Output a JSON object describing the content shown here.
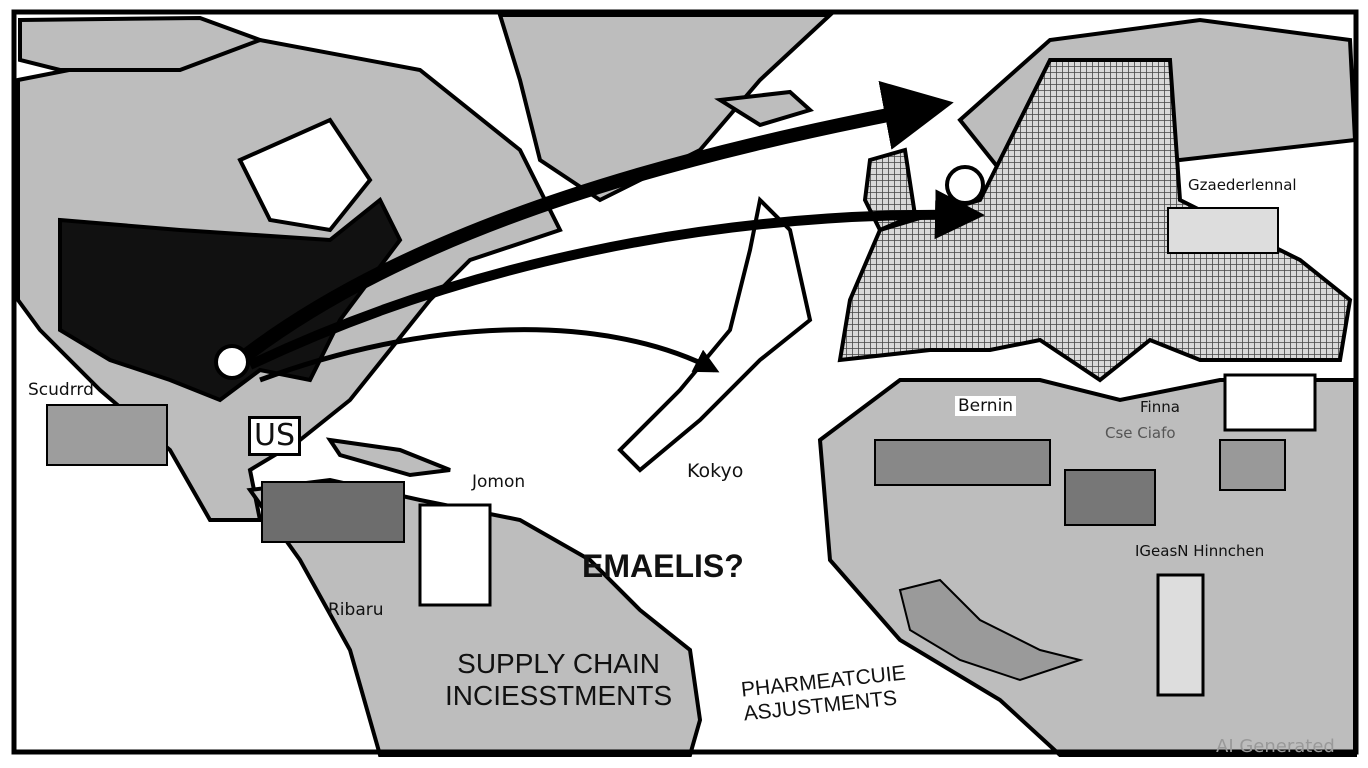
{
  "labels": {
    "us_badge": "US",
    "west_mexico": "Scudrrd",
    "caribbean": "Jomon",
    "japan": "Kokyo",
    "south_america": "Ribaru",
    "atlantic": "EMAELIS?",
    "supply_chain": [
      "SUPPLY CHAIN",
      "INCIESSTMENTS"
    ],
    "pharma": [
      "PHARMEATCUIE",
      "ASJUSTMENTS"
    ],
    "germany": "Gzaederlennal",
    "north_africa": "Bernin",
    "east_africa_top": "Finna",
    "east_africa_sub": "Cse Ciafo",
    "east_africa_bottom": "IGeasN Hinnchen"
  },
  "watermark": "AI Generated",
  "colors": {
    "land_gray": "#bdbdbd",
    "dark_land": "#111111",
    "ocean": "#ffffff",
    "outline": "#000000",
    "europe_hatch": "#8a8a8a"
  }
}
